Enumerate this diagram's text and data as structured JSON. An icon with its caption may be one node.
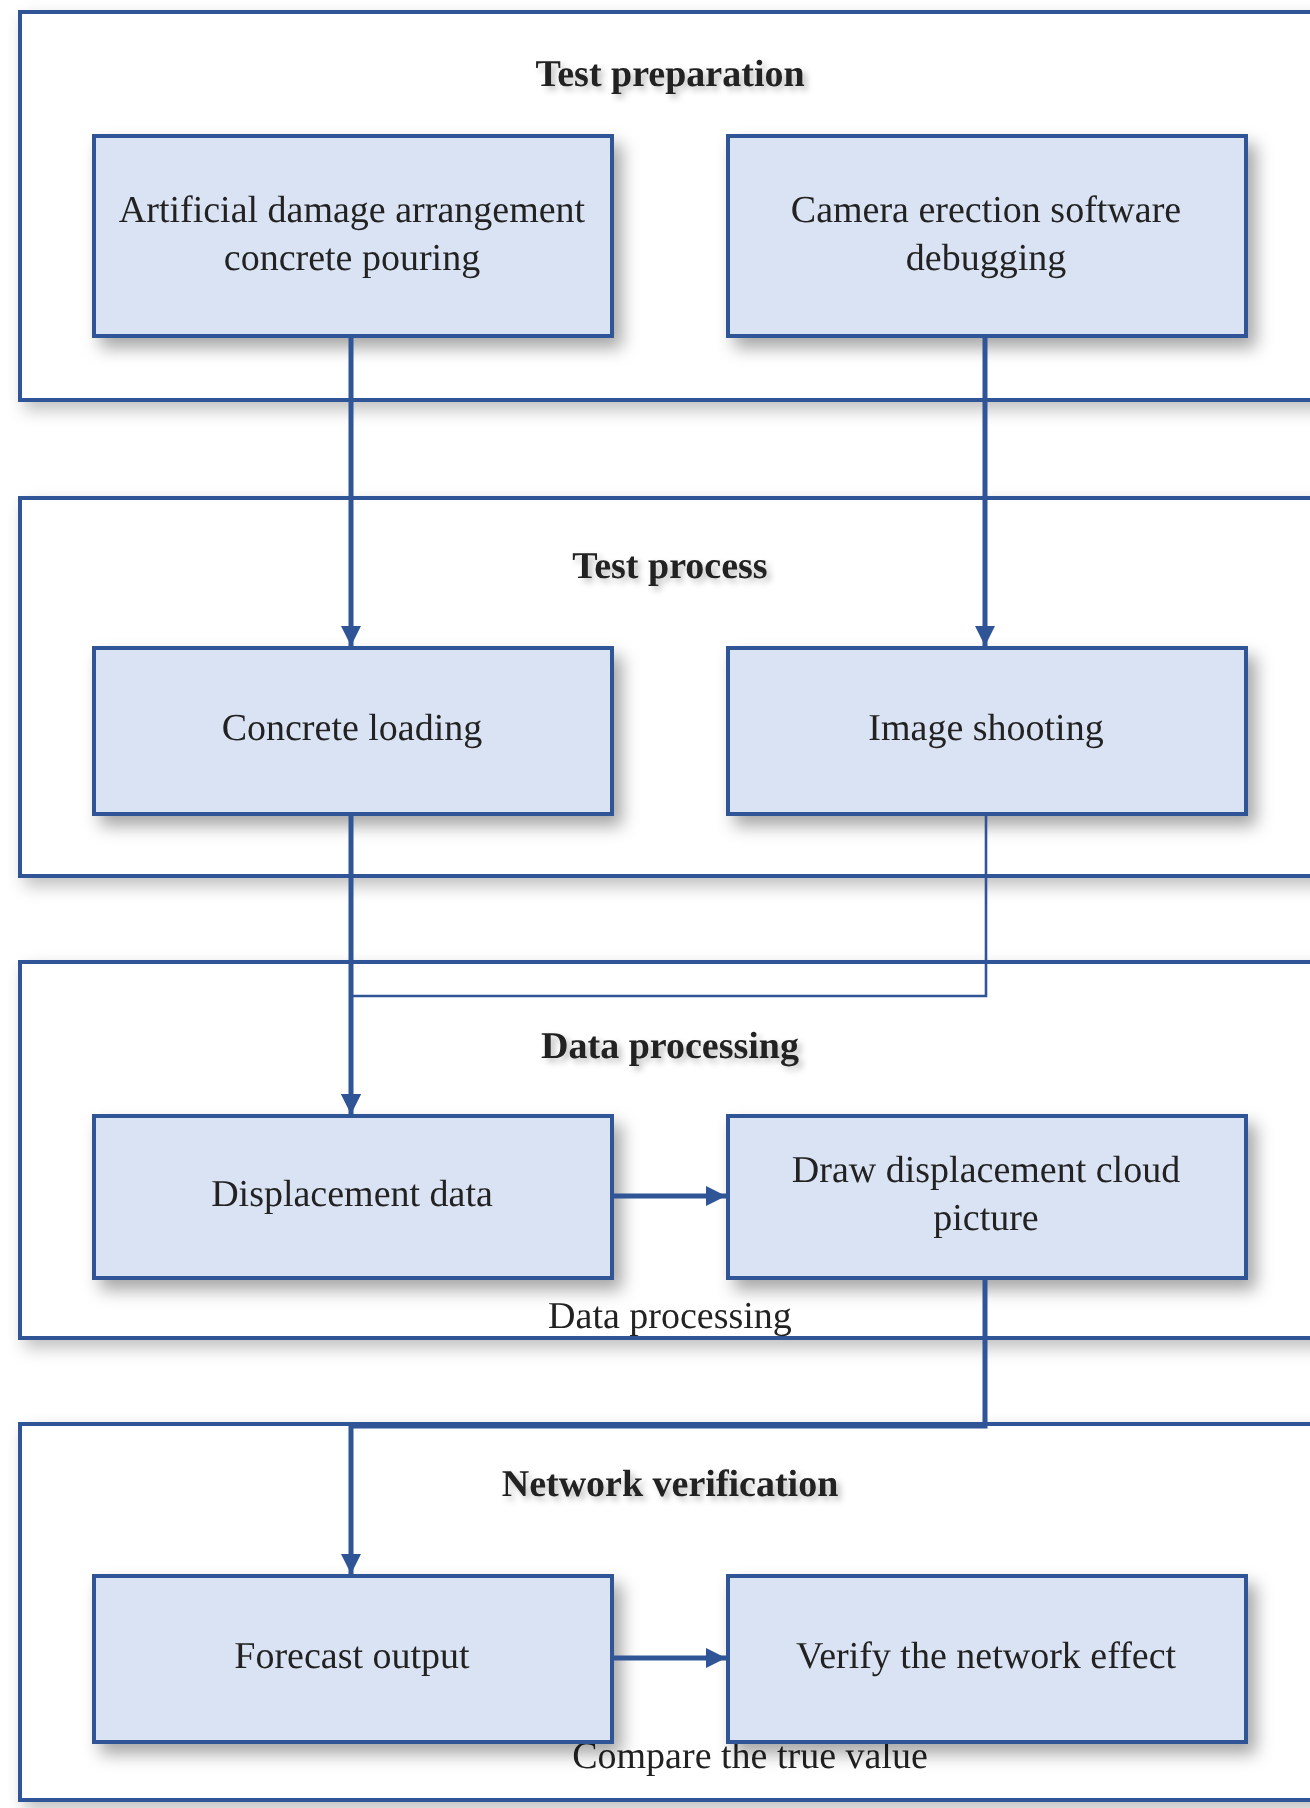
{
  "diagram": {
    "nodes": [
      {
        "text": [
          "Test preparation"
        ]
      },
      {
        "text": [
          "Artificial damage arrangement concrete pouring"
        ],
        "in": 0
      },
      {
        "text": [
          "Camera erection software debugging"
        ],
        "in": 0
      },
      {
        "text": [
          "Test process"
        ]
      },
      {
        "text": [
          "Concrete loading"
        ],
        "in": 3
      },
      {
        "text": [
          "Image shooting"
        ],
        "in": 3
      },
      {
        "text": [
          "Data processing",
          "Data processing"
        ]
      },
      {
        "text": [
          "Displacement data"
        ],
        "in": 6
      },
      {
        "text": [
          "Draw displacement cloud picture"
        ],
        "in": 6
      },
      {
        "text": [
          "Network verification",
          "Compare the true value"
        ]
      },
      {
        "text": [
          "Forecast output"
        ],
        "in": 9
      },
      {
        "text": [
          "Verify the network effect"
        ],
        "in": 9
      }
    ],
    "edges": [
      {
        "from": 1,
        "to": 4,
        "arrow": "to"
      },
      {
        "from": 2,
        "to": 5,
        "arrow": "to"
      },
      {
        "from": 4,
        "to": 7,
        "arrow": "to"
      },
      {
        "from": 5,
        "to": 7,
        "arrow": "to"
      },
      {
        "from": 7,
        "to": 8,
        "arrow": "to"
      },
      {
        "from": 8,
        "to": 10,
        "arrow": "to"
      },
      {
        "from": 10,
        "to": 11,
        "arrow": "to"
      }
    ]
  }
}
